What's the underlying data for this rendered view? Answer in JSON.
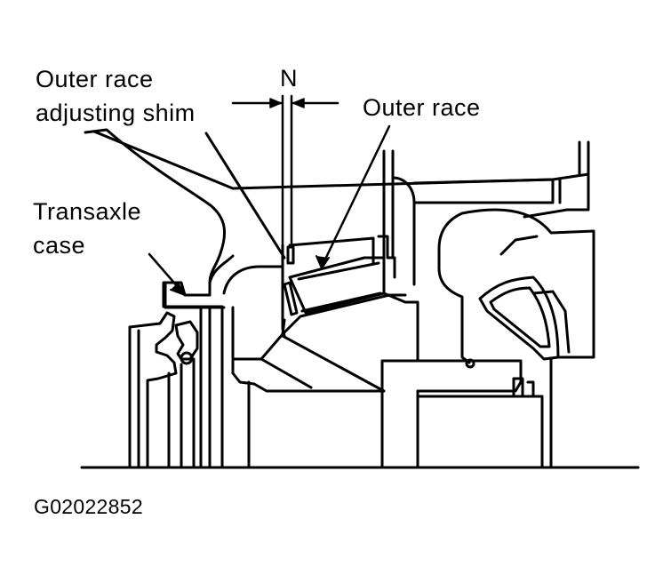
{
  "labels": {
    "outer_race_adjusting_shim": [
      "Outer race",
      "adjusting shim"
    ],
    "outer_race": "Outer race",
    "transaxle_case": [
      "Transaxle",
      "case"
    ],
    "clearance": "N"
  },
  "figure_id": "G02022852"
}
